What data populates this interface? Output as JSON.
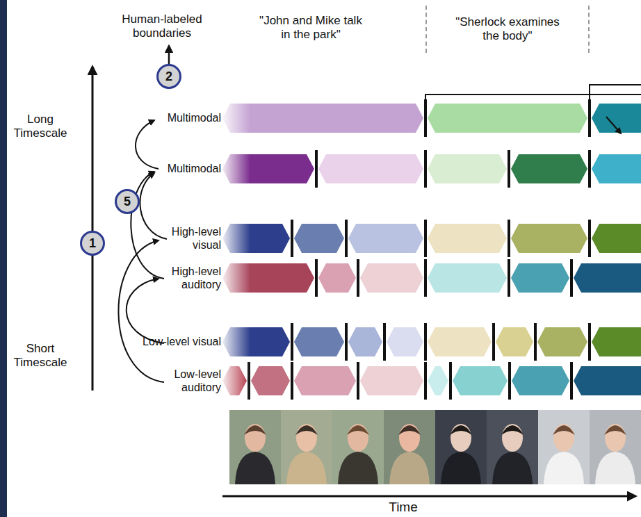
{
  "diagram": {
    "nodes": [
      {
        "text": [
          "\"Sherlock examines the body\""
        ]
      },
      {
        "text": [
          "2"
        ]
      },
      {
        "text": [
          "5"
        ]
      },
      {
        "text": [
          "1"
        ]
      }
    ],
    "labels": [
      "Human-labeled boundaries",
      "\"John and Mike talk in the park\"",
      "Long Timescale",
      "Short Timescale",
      "Multimodal",
      "Multimodal",
      "High-level visual",
      "High-level auditory",
      "Low-level visual",
      "Low-level auditory",
      "Time"
    ]
  }
}
